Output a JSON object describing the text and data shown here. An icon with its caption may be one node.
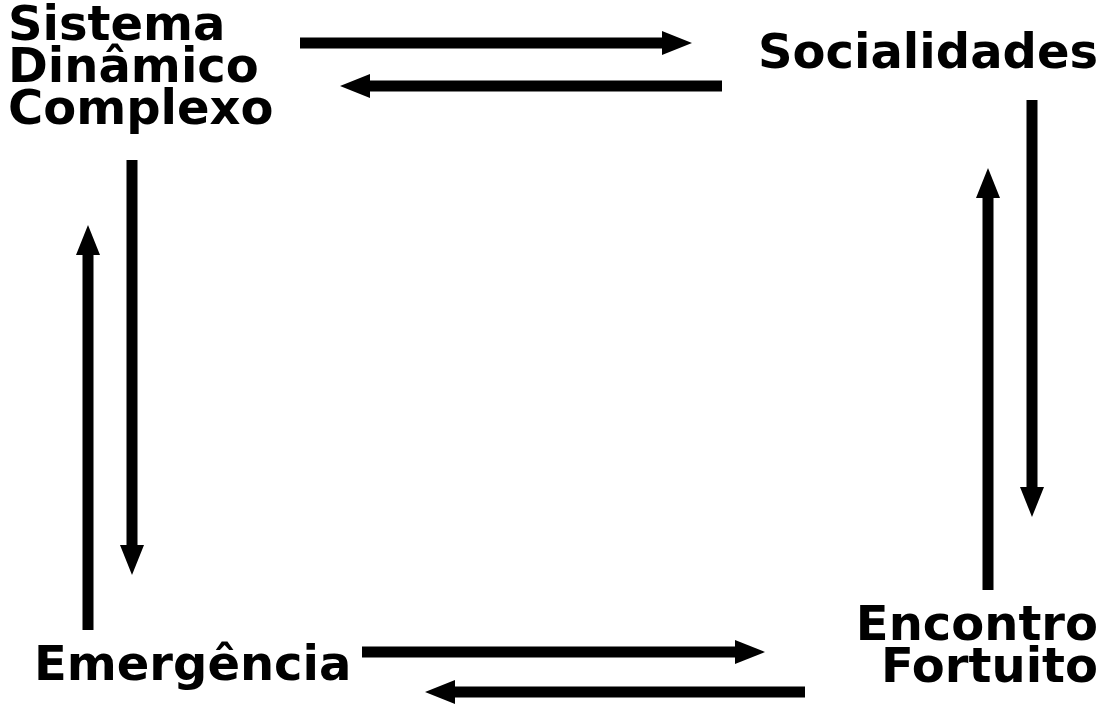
{
  "diagram": {
    "nodes": [
      {
        "text": [
          "Sistema Dinâmico Complexo"
        ]
      },
      {
        "text": [
          "Socialidades"
        ]
      },
      {
        "text": [
          "Encontro Fortuito"
        ]
      },
      {
        "text": [
          "Emergência"
        ]
      }
    ],
    "edges": [
      {
        "from": 0,
        "to": 1,
        "arrow": "to"
      },
      {
        "from": 1,
        "to": 0,
        "arrow": "to"
      },
      {
        "from": 1,
        "to": 2,
        "arrow": "to"
      },
      {
        "from": 2,
        "to": 1,
        "arrow": "to"
      },
      {
        "from": 2,
        "to": 3,
        "arrow": "to"
      },
      {
        "from": 3,
        "to": 2,
        "arrow": "to"
      },
      {
        "from": 3,
        "to": 0,
        "arrow": "to"
      },
      {
        "from": 0,
        "to": 3,
        "arrow": "to"
      }
    ]
  }
}
